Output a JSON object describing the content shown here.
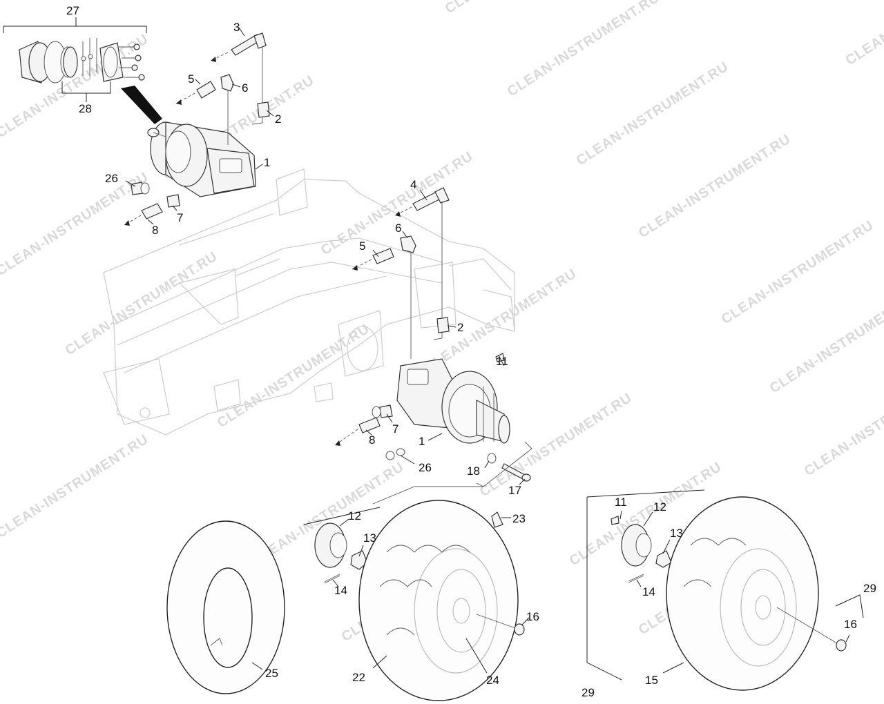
{
  "watermark": "CLEAN-INSTRUMENT.RU",
  "callouts": {
    "c1a": "1",
    "c1b": "1",
    "c2a": "2",
    "c2b": "2",
    "c3": "3",
    "c4": "4",
    "c5a": "5",
    "c5b": "5",
    "c6a": "6",
    "c6b": "6",
    "c7a": "7",
    "c7b": "7",
    "c8a": "8",
    "c8b": "8",
    "c11a": "11",
    "c11b": "11",
    "c12a": "12",
    "c12b": "12",
    "c13a": "13",
    "c13b": "13",
    "c14a": "14",
    "c14b": "14",
    "c15": "15",
    "c16a": "16",
    "c16b": "16",
    "c17": "17",
    "c18": "18",
    "c22": "22",
    "c23": "23",
    "c24": "24",
    "c25": "25",
    "c26a": "26",
    "c26b": "26",
    "c27": "27",
    "c28": "28",
    "c29a": "29",
    "c29b": "29"
  }
}
